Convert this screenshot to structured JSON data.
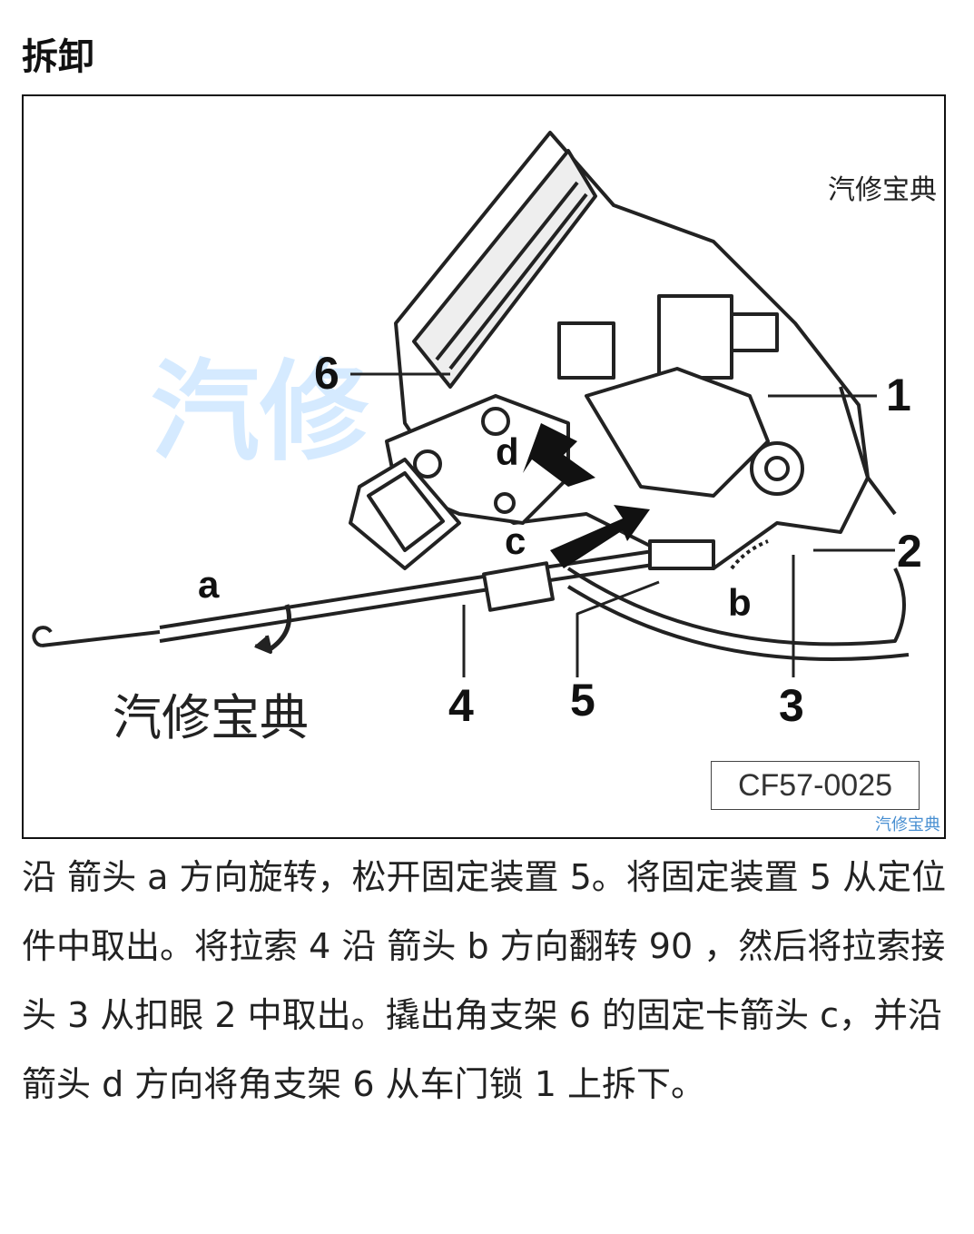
{
  "section_title": "拆卸",
  "figure": {
    "code": "CF57-0025",
    "watermark_top": "汽修宝典",
    "watermark_bottom": "汽修宝典",
    "watermark_corner": "汽修宝典",
    "watermark_big_1": "汽修",
    "watermark_big_2": "宝典",
    "callouts": {
      "c1": "1",
      "c2": "2",
      "c3": "3",
      "c4": "4",
      "c5": "5",
      "c6": "6"
    },
    "letters": {
      "a": "a",
      "b": "b",
      "c": "c",
      "d": "d"
    }
  },
  "description": "沿 箭头 a 方向旋转，松开固定装置 5。将固定装置 5 从定位件中取出。将拉索 4 沿 箭头 b 方向翻转 90 ，然后将拉索接头 3 从扣眼 2 中取出。撬出角支架 6 的固定卡箭头 c，并沿 箭头 d 方向将角支架 6 从车门锁 1 上拆下。",
  "colors": {
    "watermark_blue": "#1e90ff",
    "line": "#222222"
  }
}
